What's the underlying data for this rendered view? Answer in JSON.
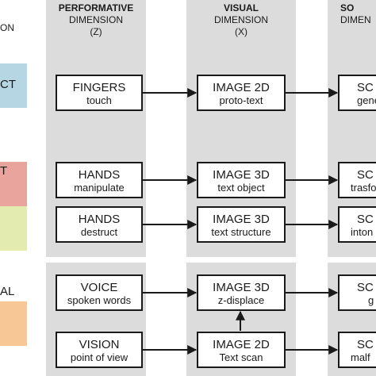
{
  "left_header": {
    "text": "ON"
  },
  "rows": [
    {
      "label": "CT",
      "color": "#b7d6e3"
    },
    {
      "label": "T",
      "color": "#e9a59d"
    },
    {
      "label": "",
      "color": "#e4ebb0"
    },
    {
      "label": "AL",
      "color": "#f7c896"
    }
  ],
  "columns": [
    {
      "title": "PERFORMATIVE",
      "subtitle": "DIMENSION",
      "axis": "(Z)"
    },
    {
      "title": "VISUAL",
      "subtitle": "DIMENSION",
      "axis": "(X)"
    },
    {
      "title": "SO",
      "subtitle": "DIMEN",
      "axis": ""
    }
  ],
  "performative": [
    {
      "main": "FINGERS",
      "sub": "touch"
    },
    {
      "main": "HANDS",
      "sub": "manipulate"
    },
    {
      "main": "HANDS",
      "sub": "destruct"
    },
    {
      "main": "VOICE",
      "sub": "spoken words"
    },
    {
      "main": "VISION",
      "sub": "point of view"
    }
  ],
  "visual": [
    {
      "main": "IMAGE 2D",
      "sub": "proto-text"
    },
    {
      "main": "IMAGE 3D",
      "sub": "text object"
    },
    {
      "main": "IMAGE 3D",
      "sub": "text structure"
    },
    {
      "main": "IMAGE 3D",
      "sub": "z-displace"
    },
    {
      "main": "IMAGE 2D",
      "sub": "Text scan"
    }
  ],
  "third": [
    {
      "main": "SC",
      "sub": "gene"
    },
    {
      "main": "SC",
      "sub": "trasfo"
    },
    {
      "main": "SC",
      "sub": "inton"
    },
    {
      "main": "SC",
      "sub": "g"
    },
    {
      "main": "SC",
      "sub": "malf"
    }
  ],
  "colors": {
    "column_bg": "#dcdcdc",
    "border": "#1a1a1a"
  }
}
